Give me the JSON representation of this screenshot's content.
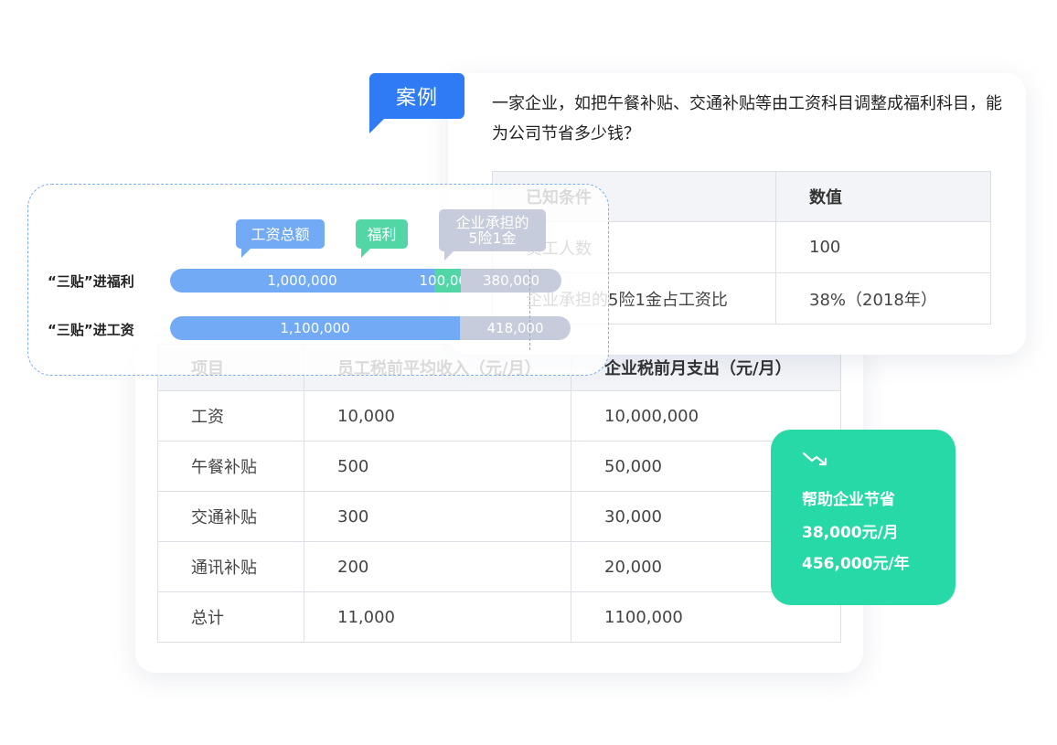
{
  "case_tag": "案例",
  "case_question": "一家企业，如把午餐补贴、交通补贴等由工资科目调整成福利科目，能为公司节省多少钱？",
  "condition_table": {
    "headers": [
      "已知条件",
      "数值"
    ],
    "rows": [
      [
        "员工人数",
        "100"
      ],
      [
        "企业承担的5险1金占工资比",
        "38%（2018年）"
      ]
    ]
  },
  "main_table": {
    "headers": [
      "项目",
      "员工税前平均收入（元/月）",
      "企业税前月支出（元/月）"
    ],
    "rows": [
      [
        "工资",
        "10,000",
        "10,000,000"
      ],
      [
        "午餐补贴",
        "500",
        "50,000"
      ],
      [
        "交通补贴",
        "300",
        "30,000"
      ],
      [
        "通讯补贴",
        "200",
        "20,000"
      ],
      [
        "总计",
        "11,000",
        "1100,000"
      ]
    ]
  },
  "bubbles": {
    "salary_total": "工资总额",
    "welfare": "福利",
    "insurance_line1": "企业承担的",
    "insurance_line2": "5险1金"
  },
  "bars": [
    {
      "label": "“三贴”进福利",
      "segments": [
        {
          "value": "1,000,000",
          "amount": 1000000,
          "color": "#72aaf6"
        },
        {
          "value": "100,000",
          "amount": 100000,
          "color": "#52d6a6"
        },
        {
          "value": "380,000",
          "amount": 380000,
          "color": "#c7ccdc"
        }
      ]
    },
    {
      "label": "“三贴”进工资",
      "segments": [
        {
          "value": "1,100,000",
          "amount": 1100000,
          "color": "#72aaf6"
        },
        {
          "value": "418,000",
          "amount": 418000,
          "color": "#c7ccdc"
        }
      ]
    }
  ],
  "savings": {
    "icon": "trend-down-icon",
    "title": "帮助企业节省",
    "monthly": "38,000元/月",
    "yearly": "456,000元/年"
  },
  "colors": {
    "accent_blue": "#2f7bf5",
    "bar_blue": "#72aaf6",
    "bar_green": "#52d6a6",
    "bar_gray": "#c7ccdc",
    "savings_green": "#26d9a6"
  }
}
